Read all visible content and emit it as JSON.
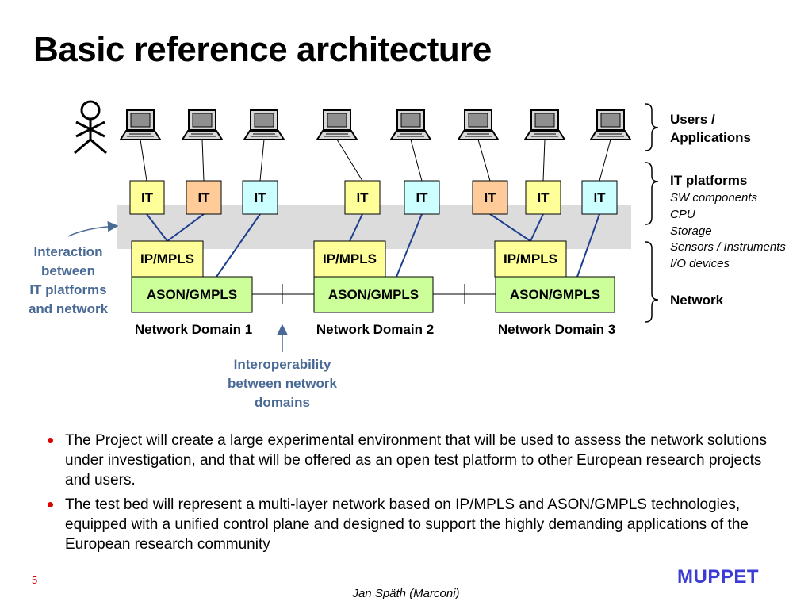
{
  "slide": {
    "title": "Basic reference architecture",
    "page_number": "5",
    "footer": "Jan Späth (Marconi)",
    "logo_text": "MUPPET"
  },
  "diagram": {
    "it_label": "IT",
    "ip_label": "IP/MPLS",
    "ason_label": "ASON/GMPLS",
    "domains": [
      "Network Domain 1",
      "Network Domain 2",
      "Network Domain 3"
    ],
    "side": {
      "users_line1": "Users /",
      "users_line2": "Applications",
      "it_platforms": "IT platforms",
      "it_details": [
        "SW components",
        "CPU",
        "Storage",
        "Sensors / Instruments",
        "I/O devices"
      ],
      "network": "Network"
    },
    "annotations": {
      "interaction": [
        "Interaction",
        "between",
        "IT platforms",
        "and network"
      ],
      "interop": [
        "Interoperability",
        "between network",
        "domains"
      ]
    },
    "colors": {
      "it_yellow": "#ffff99",
      "it_orange": "#ffcc99",
      "it_cyan": "#ccffff",
      "ason_green": "#ccff99",
      "band_gray": "#dcdcdc",
      "link_blue": "#1f3f8f",
      "annotation_blue": "#4a6a96",
      "bullet_red": "#e00000",
      "logo_blue": "#3b3bd6"
    }
  },
  "bullets": [
    "The Project will create a large experimental environment that will be used to assess the network solutions under investigation, and that will be offered as an open test platform to other European research projects and users.",
    "The test bed will represent a multi-layer network based on IP/MPLS and ASON/GMPLS technologies, equipped with a unified control plane and designed to support the highly demanding applications of the European research community"
  ]
}
